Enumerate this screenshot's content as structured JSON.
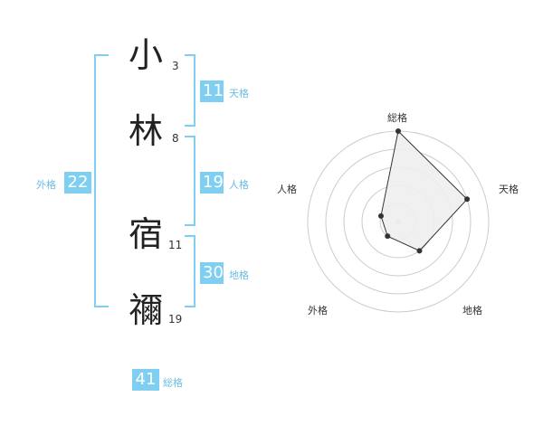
{
  "colors": {
    "accent": "#7fcff2",
    "label": "#6bbde6",
    "line": "#333333",
    "fill": "#eeeeee",
    "ring": "#cccccc"
  },
  "name": {
    "chars": [
      {
        "char": "小",
        "strokes": "3"
      },
      {
        "char": "林",
        "strokes": "8"
      },
      {
        "char": "宿",
        "strokes": "11"
      },
      {
        "char": "禰",
        "strokes": "19"
      }
    ]
  },
  "fortunes": {
    "tenkaku": {
      "value": "11",
      "label": "天格"
    },
    "jinkaku": {
      "value": "19",
      "label": "人格"
    },
    "chikaku": {
      "value": "30",
      "label": "地格"
    },
    "gaikaku": {
      "value": "22",
      "label": "外格"
    },
    "soukaku": {
      "value": "41",
      "label": "総格"
    }
  },
  "radar": {
    "axes": [
      "総格",
      "天格",
      "地格",
      "外格",
      "人格"
    ],
    "max": 5,
    "rings": 5,
    "values": [
      5,
      4,
      2,
      1,
      1
    ]
  }
}
